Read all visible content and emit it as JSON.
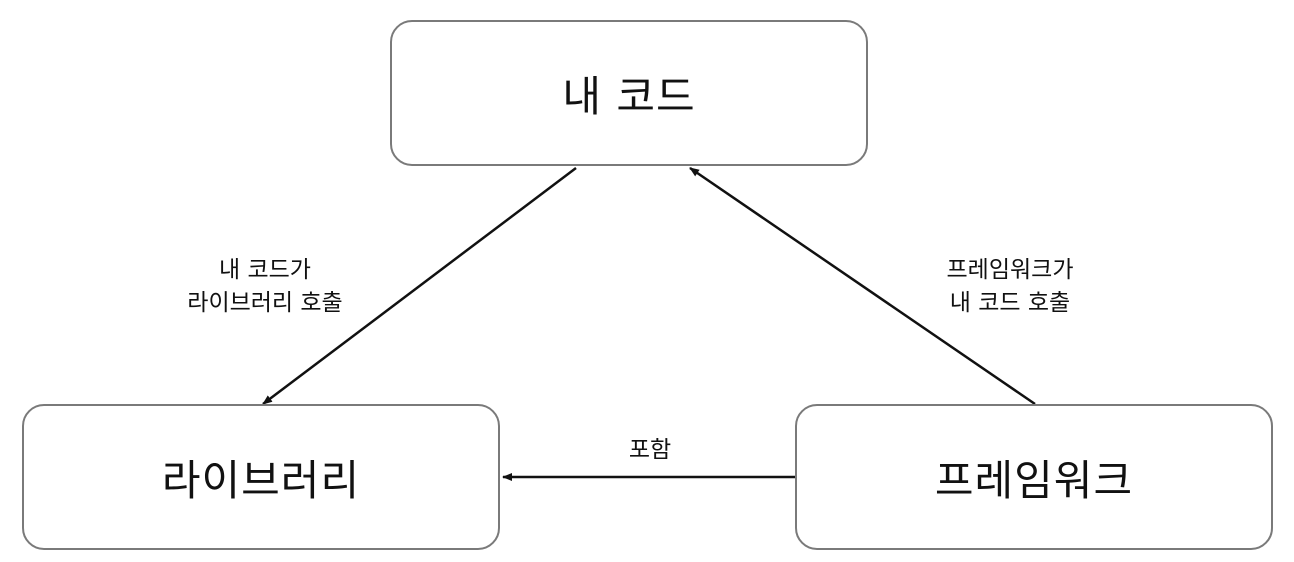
{
  "nodes": {
    "my_code": "내 코드",
    "library": "라이브러리",
    "framework": "프레임워크"
  },
  "edges": {
    "my_code_to_library": [
      "내 코드가",
      "라이브러리 호출"
    ],
    "framework_to_my_code": [
      "프레임워크가",
      "내 코드 호출"
    ],
    "framework_to_library": "포함"
  },
  "colors": {
    "node_border": "#7a7a7a",
    "arrow": "#111111",
    "text": "#111111"
  }
}
